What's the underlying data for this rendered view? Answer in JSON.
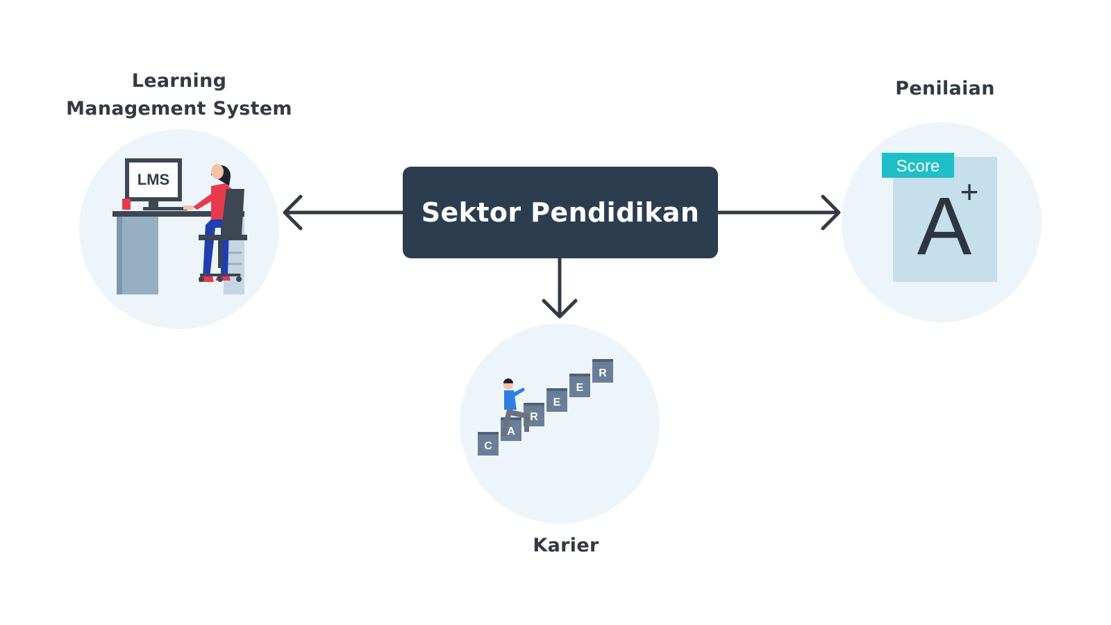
{
  "center": {
    "title": "Sektor Pendidikan"
  },
  "nodes": {
    "lms": {
      "title_line1": "Learning",
      "title_line2": "Management System",
      "screen_text": "LMS"
    },
    "assessment": {
      "title": "Penilaian",
      "score_tag": "Score",
      "grade": "A",
      "grade_plus": "+"
    },
    "career": {
      "title": "Karier",
      "steps": [
        "C",
        "A",
        "R",
        "E",
        "E",
        "R"
      ]
    }
  },
  "colors": {
    "center_box": "#2d3d50",
    "circle_bg": "#eef5fa",
    "arrow": "#333a44",
    "label_text": "#333a44",
    "score_tag": "#1fbfc7",
    "score_paper": "#c5dfec",
    "step_block": "#6a7f97",
    "person_shirt_red": "#e8394f",
    "person_pants_blue": "#1f3fb0",
    "climber_shirt": "#2f7fe0"
  }
}
